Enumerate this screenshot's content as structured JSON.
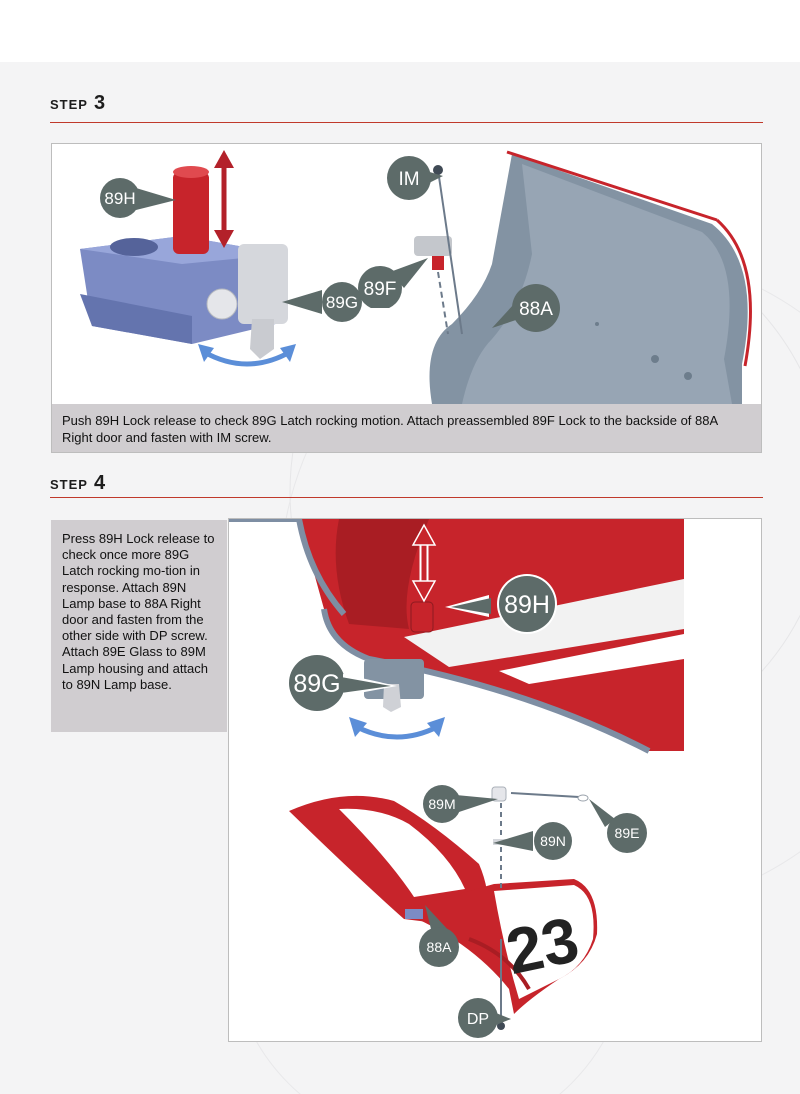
{
  "steps": [
    {
      "word": "STEP",
      "number": "3",
      "caption": "Push 89H Lock release to check 89G Latch rocking motion. Attach preassembled 89F Lock to the backside of 88A Right door and fasten with IM screw.",
      "callouts": [
        "89H",
        "89G",
        "IM",
        "89F",
        "88A"
      ]
    },
    {
      "word": "STEP",
      "number": "4",
      "caption": "Press 89H Lock release to check once more 89G Latch rocking mo-tion in response. Attach 89N Lamp base to 88A Right door and fasten from the other side with DP screw. Attach 89E Glass to 89M Lamp housing and attach to 89N Lamp base.",
      "callouts": [
        "89H",
        "89G",
        "89M",
        "89E",
        "89N",
        "88A",
        "DP"
      ],
      "race_number": "23"
    }
  ],
  "colors": {
    "accent_rule": "#c0392b",
    "callout_fill": "#5d6b69",
    "part_red": "#c7242b",
    "part_blue": "#7c8bc4",
    "part_grey": "#8393a3",
    "arrow_blue": "#5b8ed8",
    "caption_bg": "#d0cdd0"
  }
}
